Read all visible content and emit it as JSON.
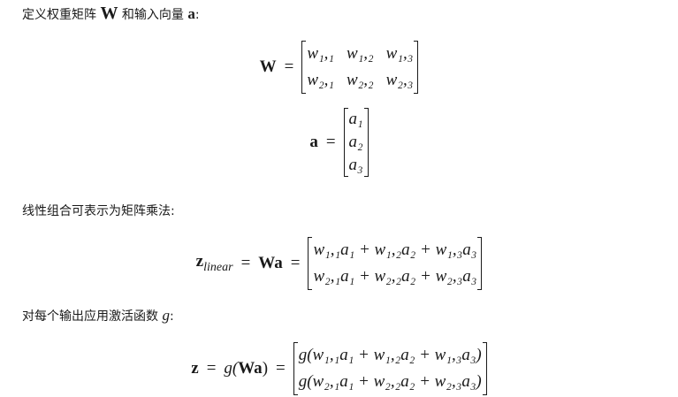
{
  "intro": {
    "prefix": "定义权重矩阵 ",
    "weight_symbol": "W",
    "middle": " 和输入向量 ",
    "input_symbol": "a",
    "suffix": ":"
  },
  "eq_W": {
    "lhs": "W",
    "rel": "=",
    "rows": [
      [
        "w₁,₁",
        "w₁,₂",
        "w₁,₃"
      ],
      [
        "w₂,₁",
        "w₂,₂",
        "w₂,₃"
      ]
    ]
  },
  "eq_a": {
    "lhs": "a",
    "rel": "=",
    "rows": [
      [
        "a₁"
      ],
      [
        "a₂"
      ],
      [
        "a₃"
      ]
    ]
  },
  "linear_text": "线性组合可表示为矩阵乘法:",
  "eq_linear": {
    "lhs_bold": "z",
    "lhs_sub": "linear",
    "rel1": "=",
    "mid": "Wa",
    "rel2": "=",
    "rows": [
      [
        "w₁,₁a₁ + w₁,₂a₂ + w₁,₃a₃"
      ],
      [
        "w₂,₁a₁ + w₂,₂a₂ + w₂,₃a₃"
      ]
    ]
  },
  "activation_text": {
    "prefix": "对每个输出应用激活函数 ",
    "symbol": "g",
    "suffix": ":"
  },
  "eq_z": {
    "lhs": "z",
    "rel1": "=",
    "g_open": "g(",
    "mid": "Wa",
    "g_close": ")",
    "rel2": "=",
    "rows": [
      [
        "g(w₁,₁a₁ + w₁,₂a₂ + w₁,₃a₃)"
      ],
      [
        "g(w₂,₁a₁ + w₂,₂a₂ + w₂,₃a₃)"
      ]
    ]
  }
}
